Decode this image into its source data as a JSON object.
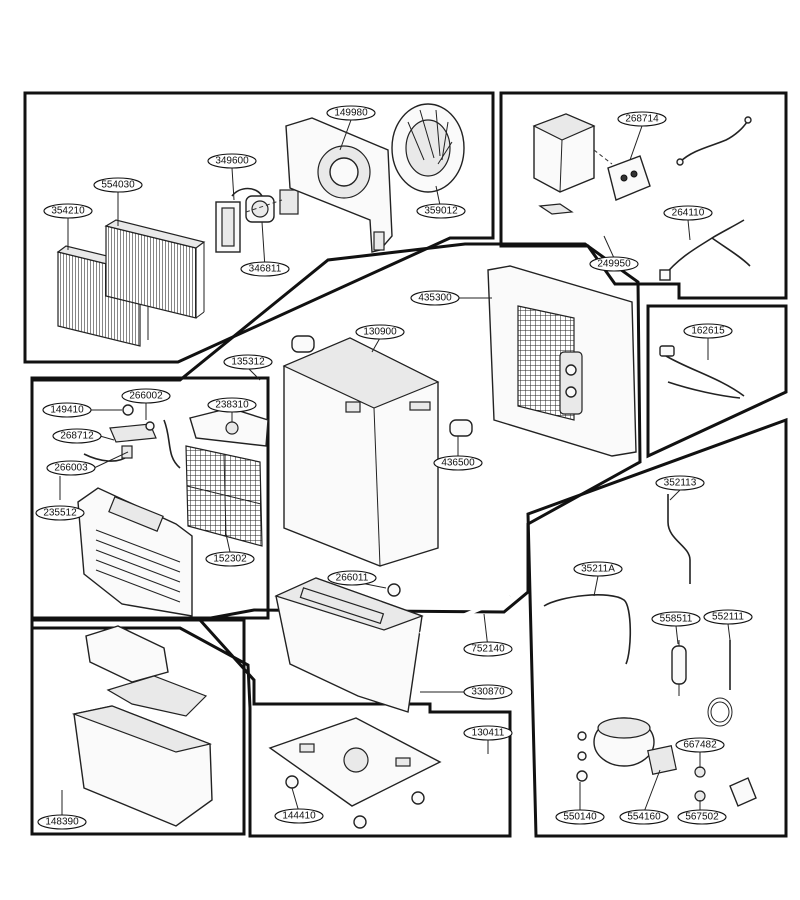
{
  "parts": {
    "p149980": "149980",
    "p349600": "349600",
    "p554030": "554030",
    "p354210": "354210",
    "p359012": "359012",
    "p346811": "346811",
    "p268714": "268714",
    "p264110": "264110",
    "p249950": "249950",
    "p435300": "435300",
    "p130900": "130900",
    "p135312": "135312",
    "p162615": "162615",
    "p149410": "149410",
    "p266002": "266002",
    "p238310": "238310",
    "p268712": "268712",
    "p266003": "266003",
    "p235512": "235512",
    "p152302": "152302",
    "p436500": "436500",
    "p352113": "352113",
    "p35211A": "35211A",
    "p266011": "266011",
    "p558511": "558511",
    "p552111": "552111",
    "p752140": "752140",
    "p330870": "330870",
    "p130411": "130411",
    "p667482": "667482",
    "p148390": "148390",
    "p144410": "144410",
    "p550140": "550140",
    "p554160": "554160",
    "p567502": "567502"
  }
}
